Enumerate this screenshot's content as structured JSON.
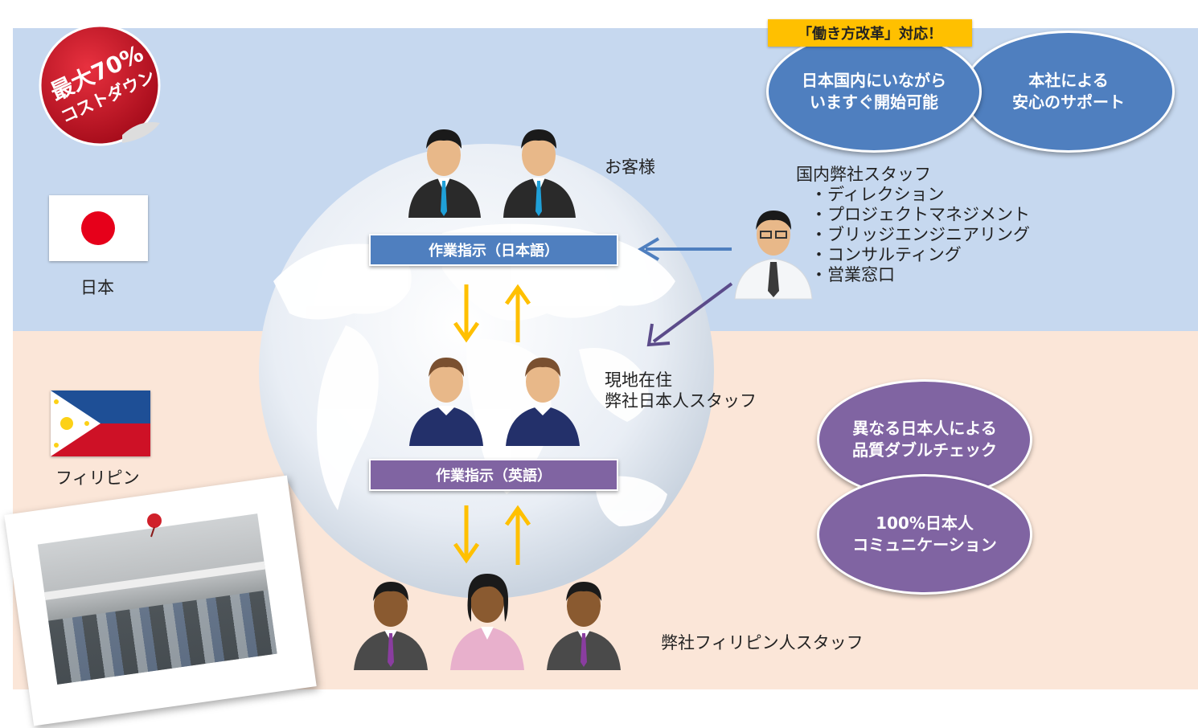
{
  "badge": {
    "line1": "最大70%",
    "line2": "コストダウン"
  },
  "regions": {
    "japan_label": "日本",
    "philippines_label": "フィリピン"
  },
  "customer_label": "お客様",
  "instruction_japanese": "作業指示（日本語）",
  "instruction_english": "作業指示（英語）",
  "local_staff_label": [
    "現地在住",
    "弊社日本人スタッフ"
  ],
  "filipino_staff_label": "弊社フィリピン人スタッフ",
  "domestic_staff": {
    "title": "国内弊社スタッフ",
    "roles": [
      "・ディレクション",
      "・プロジェクトマネジメント",
      "・ブリッジエンジニアリング",
      "・コンサルティング",
      "・営業窓口"
    ]
  },
  "tag_label": "「働き方改革」対応！",
  "bubbles_blue": [
    {
      "line1": "日本国内にいながら",
      "line2": "いますぐ開始可能"
    },
    {
      "line1": "本社による",
      "line2": "安心のサポート"
    }
  ],
  "bubbles_purple": [
    {
      "line1": "異なる日本人による",
      "line2": "品質ダブルチェック"
    },
    {
      "line1": "100%日本人",
      "line2": "コミュニケーション"
    }
  ],
  "colors": {
    "japan_band": "#c6d8ef",
    "philippines_band": "#fbe6d8",
    "blue_accent": "#4f7fbf",
    "purple_accent": "#8064a2",
    "arrow_yellow": "#ffc000",
    "badge_red": "#c8102e"
  }
}
